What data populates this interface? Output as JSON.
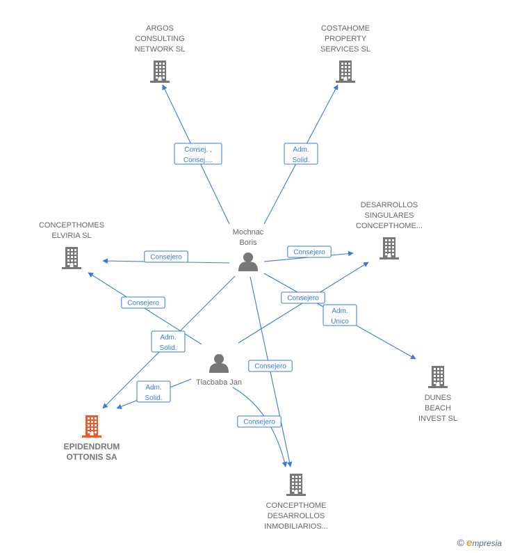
{
  "colors": {
    "edge": "#3a7bd5",
    "company": "#777777",
    "highlight": "#f05a28",
    "person": "#777777"
  },
  "nodes": [
    {
      "id": "argos",
      "type": "company",
      "lines": [
        "ARGOS",
        "CONSULTING",
        "NETWORK SL"
      ],
      "label_pos": "above",
      "icon": "building-icon"
    },
    {
      "id": "costahome",
      "type": "company",
      "lines": [
        "COSTAHOME",
        "PROPERTY",
        "SERVICES SL"
      ],
      "label_pos": "above",
      "icon": "building-icon"
    },
    {
      "id": "desarrollos",
      "type": "company",
      "lines": [
        "DESARROLLOS",
        "SINGULARES",
        "CONCEPTHOME..."
      ],
      "label_pos": "above",
      "icon": "building-icon"
    },
    {
      "id": "elviria",
      "type": "company",
      "lines": [
        "CONCEPTHOMES",
        "ELVIRIA SL"
      ],
      "label_pos": "above",
      "icon": "building-icon"
    },
    {
      "id": "dunes",
      "type": "company",
      "lines": [
        "DUNES",
        "BEACH",
        "INVEST SL"
      ],
      "label_pos": "below",
      "icon": "building-icon"
    },
    {
      "id": "epidendrum",
      "type": "company",
      "highlight": true,
      "lines": [
        "EPIDENDRUM",
        "OTTONIS SA"
      ],
      "label_pos": "below",
      "icon": "building-icon"
    },
    {
      "id": "inmobiliarios",
      "type": "company",
      "lines": [
        "CONCEPTHOME",
        "DESARROLLOS",
        "INMOBILIARIOS..."
      ],
      "label_pos": "below",
      "icon": "building-icon"
    },
    {
      "id": "mochnac",
      "type": "person",
      "lines": [
        "Mochnac",
        "Boris"
      ],
      "label_pos": "above",
      "icon": "person-icon"
    },
    {
      "id": "tlacbaba",
      "type": "person",
      "lines": [
        "Tlacbaba Jan"
      ],
      "label_pos": "below",
      "icon": "person-icon"
    }
  ],
  "edges": [
    {
      "from": "mochnac",
      "to": "argos",
      "label": [
        "Consej. ,",
        "Consej...."
      ]
    },
    {
      "from": "mochnac",
      "to": "costahome",
      "label": [
        "Adm.",
        "Solid."
      ]
    },
    {
      "from": "mochnac",
      "to": "elviria",
      "label": [
        "Consejero"
      ]
    },
    {
      "from": "mochnac",
      "to": "desarrollos",
      "label": [
        "Consejero"
      ]
    },
    {
      "from": "mochnac",
      "to": "dunes",
      "label": [
        "Adm.",
        "Unico"
      ]
    },
    {
      "from": "mochnac",
      "to": "epidendrum",
      "label": [
        "Adm.",
        "Solid."
      ]
    },
    {
      "from": "mochnac",
      "to": "inmobiliarios",
      "label": [
        "Consejero"
      ]
    },
    {
      "from": "tlacbaba",
      "to": "elviria",
      "label": [
        "Consejero"
      ]
    },
    {
      "from": "tlacbaba",
      "to": "desarrollos",
      "label": [
        "Consejero"
      ]
    },
    {
      "from": "tlacbaba",
      "to": "epidendrum",
      "label": [
        "Adm.",
        "Solid."
      ]
    },
    {
      "from": "tlacbaba",
      "to": "inmobiliarios",
      "label": [
        "Consejero"
      ]
    }
  ],
  "watermark": {
    "copyright": "©",
    "brand_initial": "e",
    "brand_rest": "mpresia"
  }
}
